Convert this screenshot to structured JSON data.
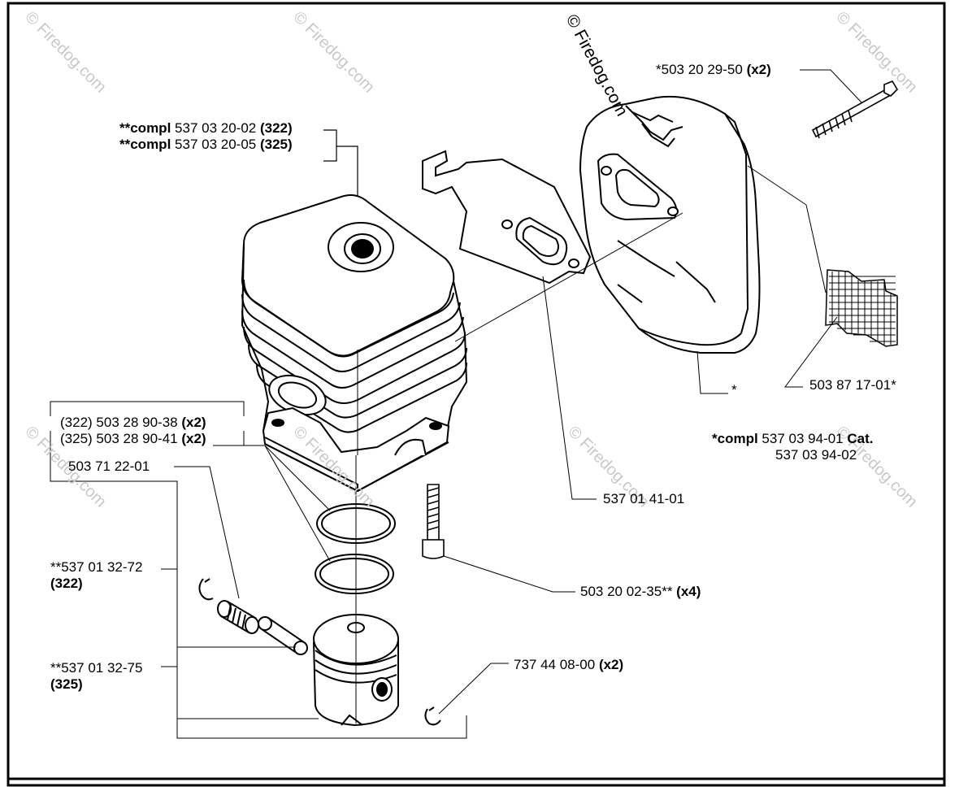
{
  "watermarks": {
    "main": "© Firedog.com",
    "tile": "© Firedog.com"
  },
  "labels": {
    "cyl_a_prefix": "**compl",
    "cyl_a_num": "537 03 20-02",
    "cyl_a_suffix": "(322)",
    "cyl_b_prefix": "**compl",
    "cyl_b_num": "537 03 20-05",
    "cyl_b_suffix": "(325)",
    "bolt_top_num": "*503 20 29-50",
    "bolt_top_qty": "(x2)",
    "screen_num": "503 87 17-01*",
    "muffler_star": "*",
    "compl_prefix": "*compl",
    "compl_num": "537 03 94-01",
    "compl_cat": "Cat.",
    "compl_num2": "537 03 94-02",
    "ring_a_code": "(322) 503 28 90-38",
    "ring_a_qty": "(x2)",
    "ring_b_code": "(325) 503 28 90-41",
    "ring_b_qty": "(x2)",
    "bearing_num": "503 71 22-01",
    "gasket_num": "537 01 41-01",
    "screw_num": "503 20 02-35**",
    "screw_qty": "(x4)",
    "piston_a_num": "**537 01 32-72",
    "piston_a_sfx": "(322)",
    "piston_b_num": "**537 01 32-75",
    "piston_b_sfx": "(325)",
    "circlip_num": "737 44 08-00",
    "circlip_qty": "(x2)"
  }
}
